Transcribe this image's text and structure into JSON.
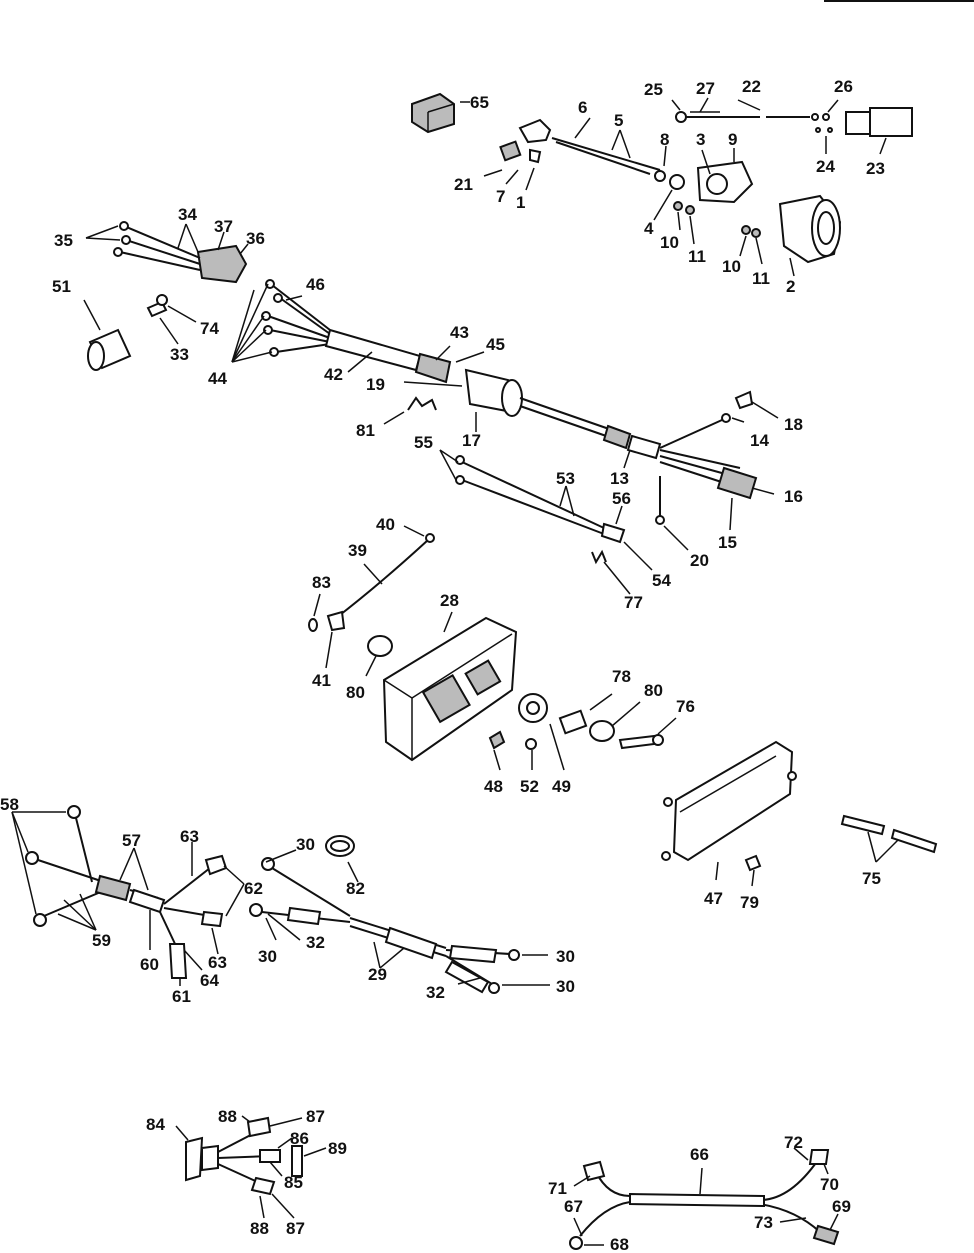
{
  "diagram": {
    "labels": {
      "l1": "1",
      "l2": "2",
      "l3": "3",
      "l4": "4",
      "l5": "5",
      "l6": "6",
      "l7": "7",
      "l8": "8",
      "l9": "9",
      "l10a": "10",
      "l10b": "10",
      "l11a": "11",
      "l11b": "11",
      "l13": "13",
      "l14": "14",
      "l15": "15",
      "l16": "16",
      "l17": "17",
      "l18": "18",
      "l19": "19",
      "l20": "20",
      "l21": "21",
      "l22": "22",
      "l23": "23",
      "l24": "24",
      "l25": "25",
      "l26": "26",
      "l27": "27",
      "l28": "28",
      "l29": "29",
      "l30a": "30",
      "l30b": "30",
      "l30c": "30",
      "l30d": "30",
      "l32a": "32",
      "l32b": "32",
      "l33": "33",
      "l34": "34",
      "l35": "35",
      "l36": "36",
      "l37": "37",
      "l39": "39",
      "l40": "40",
      "l41": "41",
      "l42": "42",
      "l43": "43",
      "l44": "44",
      "l45": "45",
      "l46": "46",
      "l47": "47",
      "l48": "48",
      "l49": "49",
      "l51": "51",
      "l52": "52",
      "l53": "53",
      "l54": "54",
      "l55": "55",
      "l56": "56",
      "l57": "57",
      "l58": "58",
      "l59": "59",
      "l60": "60",
      "l61": "61",
      "l62": "62",
      "l63a": "63",
      "l63b": "63",
      "l64": "64",
      "l65": "65",
      "l66": "66",
      "l67": "67",
      "l68": "68",
      "l69": "69",
      "l70": "70",
      "l71": "71",
      "l72": "72",
      "l73": "73",
      "l74": "74",
      "l75": "75",
      "l76": "76",
      "l77": "77",
      "l78": "78",
      "l79": "79",
      "l80a": "80",
      "l80b": "80",
      "l81": "81",
      "l82": "82",
      "l83": "83",
      "l84": "84",
      "l85": "85",
      "l86": "86",
      "l87a": "87",
      "l87b": "87",
      "l88a": "88",
      "l88b": "88",
      "l89": "89"
    }
  }
}
